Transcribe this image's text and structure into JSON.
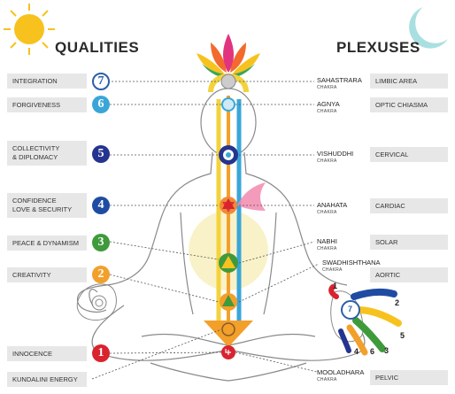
{
  "headings": {
    "qualities": "QUALITIES",
    "plexuses": "PLEXUSES"
  },
  "qualities": [
    {
      "label": "INTEGRATION",
      "num": "7",
      "color": "#ffffff",
      "text_color": "#2b5fa8"
    },
    {
      "label": "FORGIVENESS",
      "num": "6",
      "color": "#3aa6d8",
      "text_color": "#ffffff"
    },
    {
      "label": "COLLECTIVITY\n& DIPLOMACY",
      "num": "5",
      "color": "#25348f",
      "text_color": "#ffffff"
    },
    {
      "label": "CONFIDENCE\nLOVE & SECURITY",
      "num": "4",
      "color": "#1f4ca2",
      "text_color": "#ffffff"
    },
    {
      "label": "PEACE & DYNAMISM",
      "num": "3",
      "color": "#3f9a3c",
      "text_color": "#ffffff"
    },
    {
      "label": "CREATIVITY",
      "num": "2",
      "color": "#f2a02a",
      "text_color": "#ffffff"
    },
    {
      "label": "INNOCENCE",
      "num": "1",
      "color": "#d9232e",
      "text_color": "#ffffff"
    },
    {
      "label": "KUNDALINI ENERGY"
    }
  ],
  "chakras": [
    {
      "name": "SAHASTRARA",
      "sub": "CHAKRA"
    },
    {
      "name": "AGNYA",
      "sub": "CHAKRA"
    },
    {
      "name": "VISHUDDHI",
      "sub": "CHAKRA"
    },
    {
      "name": "ANAHATA",
      "sub": "CHAKRA"
    },
    {
      "name": "NABHI",
      "sub": "CHAKRA"
    },
    {
      "name": "SWADHISHTHANA",
      "sub": "CHAKRA"
    },
    {
      "name": "MOOLADHARA",
      "sub": "CHAKRA"
    }
  ],
  "plexuses": [
    "LIMBIC AREA",
    "OPTIC CHIASMA",
    "CERVICAL",
    "CARDIAC",
    "SOLAR",
    "AORTIC",
    "PELVIC"
  ],
  "hand_fingers": [
    "1",
    "2",
    "3",
    "4",
    "5",
    "6",
    "7"
  ],
  "colors": {
    "sun": "#f7c21e",
    "moon": "#9fdcdc",
    "ida_channel": "#f3d23c",
    "pingala_channel": "#3aa6d8",
    "central_channel": "#f2a02a",
    "body_outline": "#8a8a8a",
    "void_area": "#f7ecb0"
  },
  "icons": [
    "sun-icon",
    "moon-icon",
    "lotus-icon",
    "swastika-icon"
  ]
}
